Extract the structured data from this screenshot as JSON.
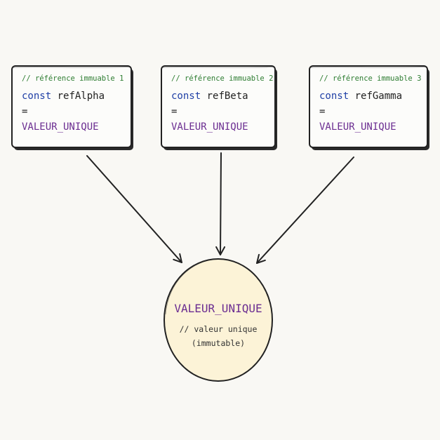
{
  "diagram": {
    "references": [
      {
        "comment": "// référence immuable 1",
        "keyword": "const",
        "name": "refAlpha",
        "operator": "=",
        "value": "VALEUR_UNIQUE"
      },
      {
        "comment": "// référence immuable 2",
        "keyword": "const",
        "name": "refBeta",
        "operator": "=",
        "value": "VALEUR_UNIQUE"
      },
      {
        "comment": "// référence immuable 3",
        "keyword": "const",
        "name": "refGamma",
        "operator": "=",
        "value": "VALEUR_UNIQUE"
      }
    ],
    "target": {
      "value": "VALEUR_UNIQUE",
      "comment_line1": "// valeur unique",
      "comment_line2": "(immutable)"
    }
  },
  "colors": {
    "background": "#f9f8f4",
    "card_fill": "#fcfcfa",
    "circle_fill": "#fcf3d7",
    "keyword": "#1f3fa6",
    "value": "#6b2d91",
    "comment": "#2e7d32",
    "stroke": "#222222"
  }
}
